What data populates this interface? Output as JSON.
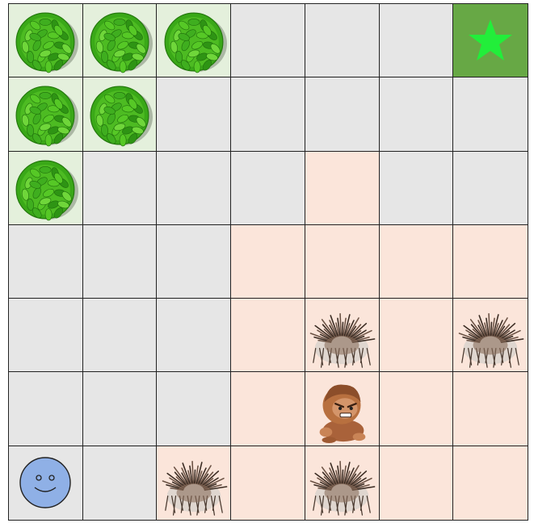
{
  "board": {
    "rows": 7,
    "cols": 7,
    "terrain_colors": {
      "empty": "#e6e6e6",
      "grass": "#e4f0dc",
      "danger": "#fbe5da",
      "goal": "#67a845"
    },
    "terrain": [
      [
        "grass",
        "grass",
        "grass",
        "empty",
        "empty",
        "empty",
        "goal"
      ],
      [
        "grass",
        "grass",
        "empty",
        "empty",
        "empty",
        "empty",
        "empty"
      ],
      [
        "grass",
        "empty",
        "empty",
        "empty",
        "danger",
        "empty",
        "empty"
      ],
      [
        "empty",
        "empty",
        "empty",
        "danger",
        "danger",
        "danger",
        "danger"
      ],
      [
        "empty",
        "empty",
        "empty",
        "danger",
        "danger",
        "danger",
        "danger"
      ],
      [
        "empty",
        "empty",
        "empty",
        "danger",
        "danger",
        "danger",
        "danger"
      ],
      [
        "empty",
        "empty",
        "danger",
        "danger",
        "danger",
        "danger",
        "danger"
      ]
    ],
    "objects": [
      [
        "bush-icon",
        "bush-icon",
        "bush-icon",
        "",
        "",
        "",
        "star-icon"
      ],
      [
        "bush-icon",
        "bush-icon",
        "",
        "",
        "",
        "",
        ""
      ],
      [
        "bush-icon",
        "",
        "",
        "",
        "",
        "",
        ""
      ],
      [
        "",
        "",
        "",
        "",
        "",
        "",
        ""
      ],
      [
        "",
        "",
        "",
        "",
        "hedgehog-icon",
        "",
        "hedgehog-icon"
      ],
      [
        "",
        "",
        "",
        "",
        "caveman-monster-icon",
        "",
        ""
      ],
      [
        "smiley-player-icon",
        "",
        "hedgehog-icon",
        "",
        "hedgehog-icon",
        "",
        ""
      ]
    ]
  }
}
